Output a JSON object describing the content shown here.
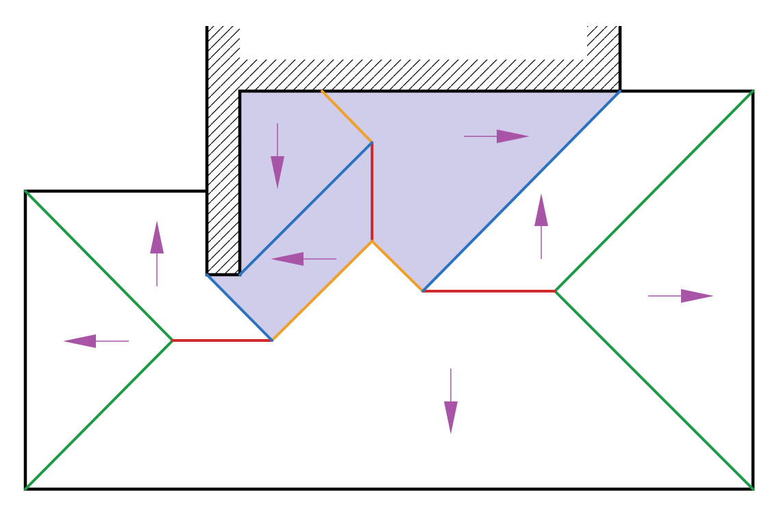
{
  "diagram": {
    "kind": "roof-plan",
    "texts": [],
    "colors": {
      "background": "#ffffff",
      "outline": "#000000",
      "hatch": "#000000",
      "shaded_face": "#cfcde9",
      "hip": "#1d9a45",
      "ridge": "#d12a2a",
      "valley": "#f0a02a",
      "wall_hip": "#2b72c0",
      "arrow": "#a855a8"
    },
    "line_legend": [
      {
        "kind": "outline",
        "color": "#000000"
      },
      {
        "kind": "hip",
        "color": "#1d9a45"
      },
      {
        "kind": "ridge",
        "color": "#d12a2a"
      },
      {
        "kind": "valley",
        "color": "#f0a02a"
      },
      {
        "kind": "wall-hip",
        "color": "#2b72c0"
      }
    ],
    "slope_arrows": [
      {
        "direction": "down"
      },
      {
        "direction": "right"
      },
      {
        "direction": "left"
      },
      {
        "direction": "up"
      },
      {
        "direction": "up"
      },
      {
        "direction": "left"
      },
      {
        "direction": "right"
      },
      {
        "direction": "down"
      }
    ]
  }
}
